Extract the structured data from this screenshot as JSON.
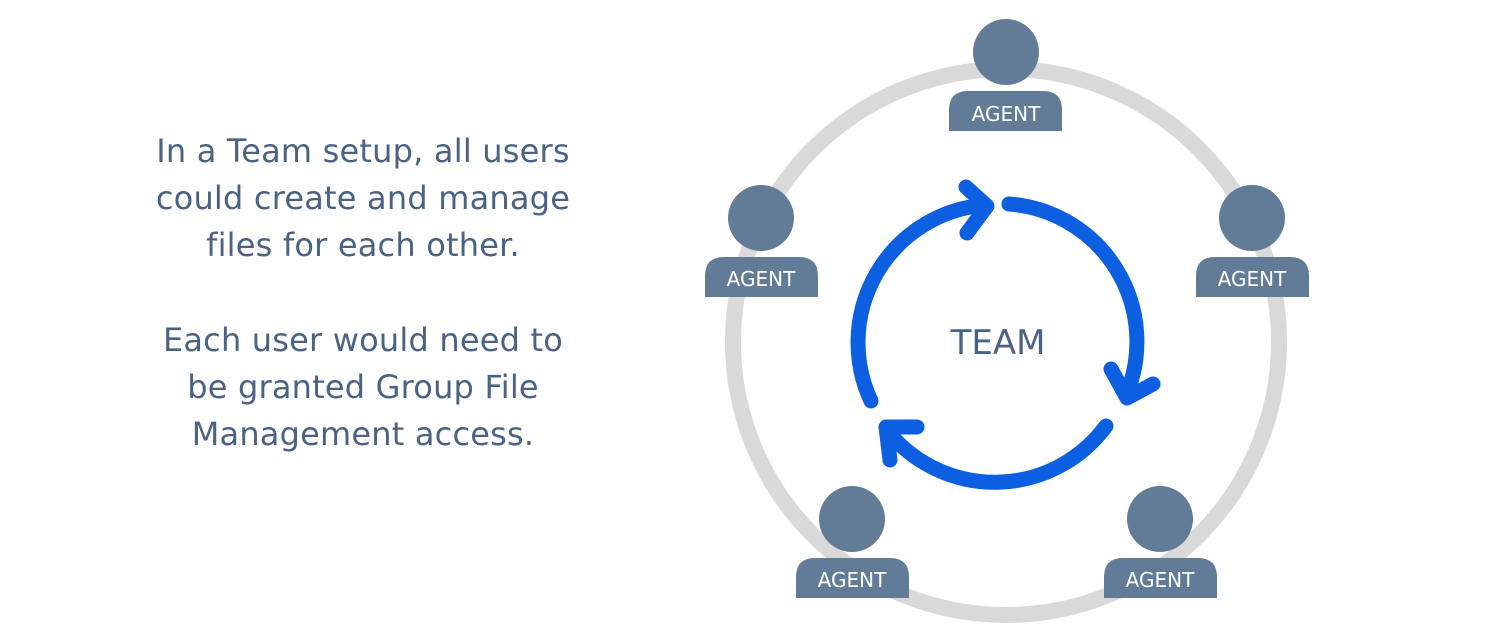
{
  "description": {
    "paragraph_1": [
      "In a Team setup, all users",
      "could create and manage",
      "files for each other."
    ],
    "paragraph_2": [
      "Each user would need to",
      "be granted Group File",
      "Management access."
    ]
  },
  "diagram": {
    "center_label": "TEAM",
    "agents": [
      {
        "label": "AGENT"
      },
      {
        "label": "AGENT"
      },
      {
        "label": "AGENT"
      },
      {
        "label": "AGENT"
      },
      {
        "label": "AGENT"
      }
    ]
  },
  "colors": {
    "text": "#4a6283",
    "agent_fill": "#627c97",
    "ring": "#d9d9d9",
    "cycle_arrows": "#0b5fe0"
  }
}
